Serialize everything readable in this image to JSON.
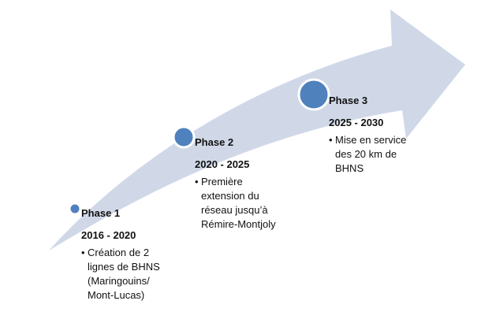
{
  "colors": {
    "arrow": "#d0d8e8",
    "node": "#4f81bd"
  },
  "phases": [
    {
      "title": "Phase 1",
      "years": "2016 - 2020",
      "text": "Création de 2\nlignes de BHNS\n(Maringouins/\nMont-Lucas)"
    },
    {
      "title": "Phase 2",
      "years": "2020 - 2025",
      "text": "Première\nextension du\nréseau jusqu’à\nRémire-Montjoly"
    },
    {
      "title": "Phase 3",
      "years": "2025 - 2030",
      "text": "Mise en service\ndes 20 km de\nBHNS"
    }
  ]
}
